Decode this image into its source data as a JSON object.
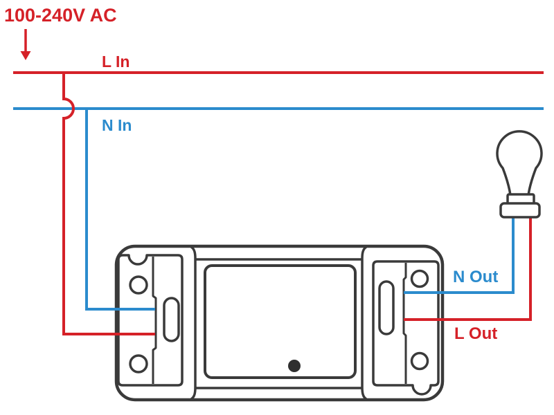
{
  "diagram": {
    "type": "wiring-diagram",
    "device": "smart-switch-relay",
    "load": "light-bulb",
    "power_label": "100-240V AC",
    "wire_labels": {
      "live_in": "L In",
      "neutral_in": "N In",
      "neutral_out": "N Out",
      "live_out": "L Out"
    },
    "colors": {
      "live": "#d52128",
      "neutral": "#2b8bcd",
      "outline": "#3a3a3a",
      "led_dot": "#2f2f2f"
    }
  }
}
